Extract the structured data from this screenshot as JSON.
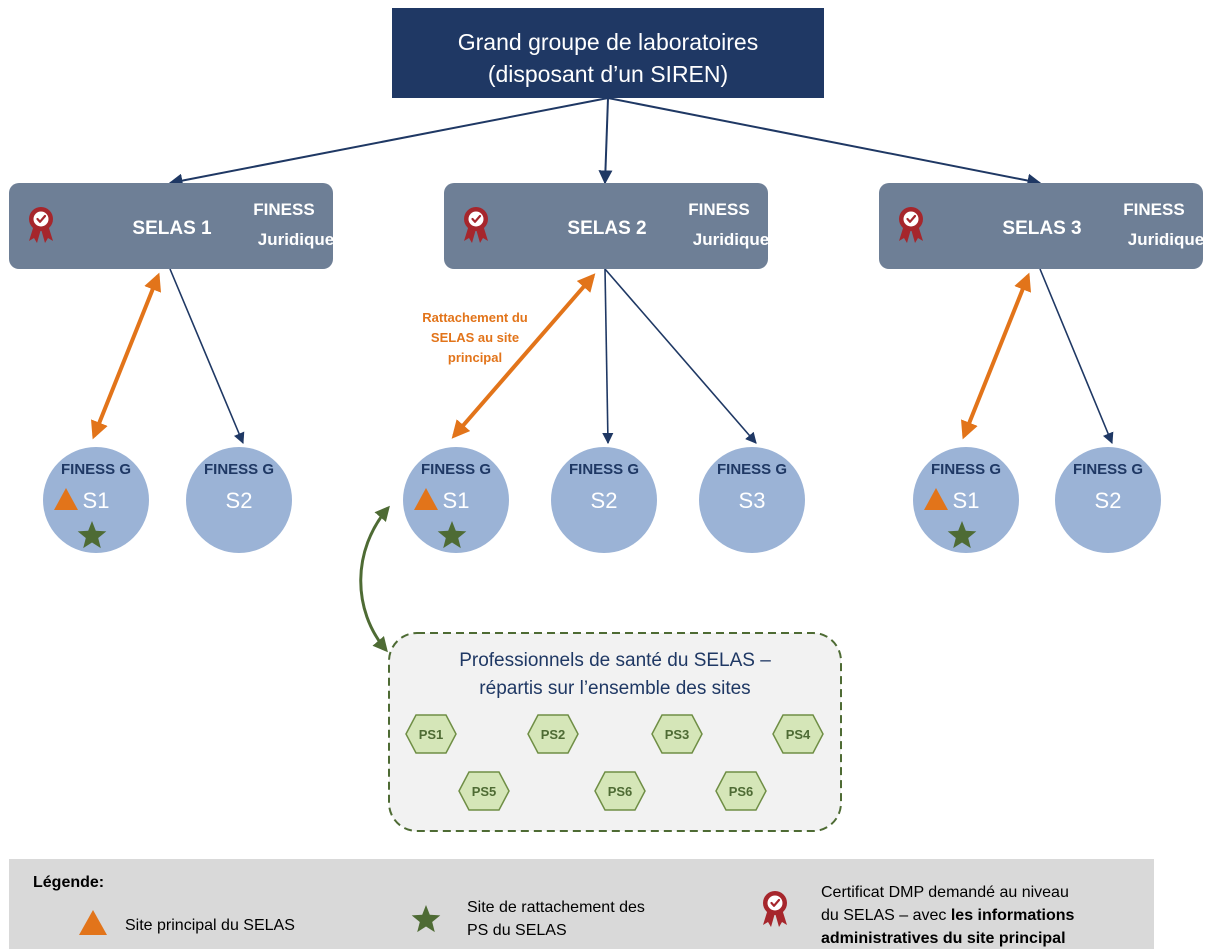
{
  "top": {
    "line1": "Grand groupe de laboratoires",
    "line2": "(disposant d’un SIREN)"
  },
  "selas": [
    {
      "name": "SELAS 1",
      "finess_line1": "FINESS",
      "finess_line2": "Juridique",
      "sites": [
        {
          "finess": "FINESS G",
          "label": "S1",
          "principal": true,
          "rattachement": true
        },
        {
          "finess": "FINESS G",
          "label": "S2",
          "principal": false,
          "rattachement": false
        }
      ]
    },
    {
      "name": "SELAS 2",
      "finess_line1": "FINESS",
      "finess_line2": "Juridique",
      "sites": [
        {
          "finess": "FINESS G",
          "label": "S1",
          "principal": true,
          "rattachement": true
        },
        {
          "finess": "FINESS G",
          "label": "S2",
          "principal": false,
          "rattachement": false
        },
        {
          "finess": "FINESS G",
          "label": "S3",
          "principal": false,
          "rattachement": false
        }
      ]
    },
    {
      "name": "SELAS 3",
      "finess_line1": "FINESS",
      "finess_line2": "Juridique",
      "sites": [
        {
          "finess": "FINESS G",
          "label": "S1",
          "principal": true,
          "rattachement": true
        },
        {
          "finess": "FINESS G",
          "label": "S2",
          "principal": false,
          "rattachement": false
        }
      ]
    }
  ],
  "rattachement_note": [
    "Rattachement du",
    "SELAS au site",
    "principal"
  ],
  "ps_group": {
    "title_line1": "Professionnels de santé du SELAS –",
    "title_line2": "répartis sur l’ensemble des sites",
    "items": [
      "PS1",
      "PS2",
      "PS3",
      "PS4",
      "PS5",
      "PS6",
      "PS6"
    ]
  },
  "legend": {
    "title": "Légende:",
    "principal": "Site principal du SELAS",
    "rattachement_line1": "Site de rattachement des",
    "rattachement_line2": "PS du SELAS",
    "certificat_line1": "Certificat DMP demandé au niveau",
    "certificat_line2_normal": "du SELAS – avec ",
    "certificat_line2_bold": "les informations",
    "certificat_line3": "administratives du site principal"
  },
  "colors": {
    "top_box": "#1f3864",
    "selas_box": "#6e7f96",
    "selas_text": "#ffffff",
    "finess_text": "#ffffff",
    "site_circle": "#9bb3d6",
    "site_text_dark": "#1f3864",
    "site_label": "#ffffff",
    "orange": "#e2741a",
    "green_star": "#4e6b34",
    "green_arrow": "#4e6b34",
    "navy_arrow": "#1f3864",
    "ps_box_fill": "#f2f2f2",
    "ps_box_border": "#4e6b34",
    "hex_fill": "#d5e6b8",
    "hex_stroke": "#6f8e45",
    "hex_text": "#4e6b34",
    "legend_bg": "#d9d9d9",
    "cert_badge": "#a6262c"
  },
  "icons": {
    "certificate": "certificate-badge-icon",
    "principal": "triangle-icon",
    "rattachement": "star-icon"
  }
}
